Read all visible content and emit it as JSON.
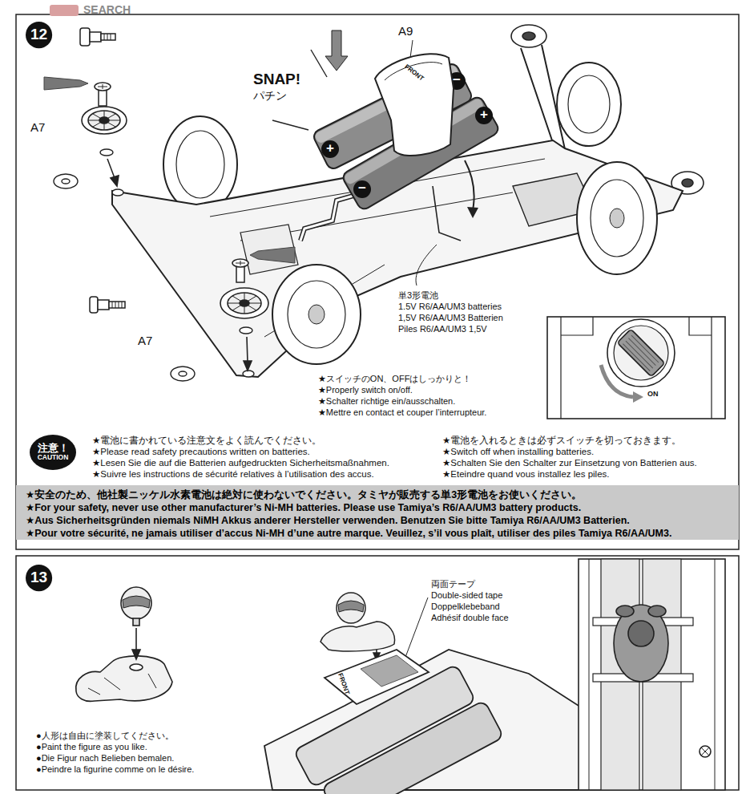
{
  "diagram": {
    "nodes": [
      {
        "text": [
          "12"
        ]
      },
      {
        "text": [
          "注意！",
          "CAUTION"
        ]
      },
      {
        "text": [
          "★安全のため、他社製ニッケル水素電池は絶対に使わないでください。タミヤが販売する単3形電池をお使いください。",
          "★For your safety, never use other manufacturer’s Ni-MH batteries. Please use Tamiya’s R6/AA/UM3 battery products.",
          "★Aus Sicherheitsgründen niemals NiMH Akkus anderer Hersteller verwenden. Benutzen Sie bitte Tamiya R6/AA/UM3 Batterien.",
          "★Pour votre sécurité, ne jamais utiliser d’accus Ni-MH d’une autre marque. Veuillez, s’il vous plaît, utiliser des piles Tamiya R6/AA/UM3."
        ]
      },
      {
        "text": [
          "13"
        ]
      }
    ],
    "labels": [
      "SEARCH",
      "A9",
      "SNAP!",
      "パチン",
      "A7",
      "A7",
      "−",
      "+",
      "+",
      "−",
      "FRONT",
      "単3形電池",
      "1.5V R6/AA/UM3 batteries",
      "1,5V R6/AA/UM3 Batterien",
      "Piles R6/AA/UM3 1,5V",
      "ON",
      "★スイッチのON、OFFはしっかりと！",
      "★Properly switch on/off.",
      "★Schalter richtige ein/ausschalten.",
      "★Mettre en contact et couper l’interrupteur.",
      "★電池に書かれている注意文をよく読んでください。",
      "★Please read safety precautions written on batteries.",
      "★Lesen Sie die auf die Batterien aufgedruckten Sicherheitsmaßnahmen.",
      "★Suivre les instructions de sécurité relatives à l’utilisation des accus.",
      "★電池を入れるときは必ずスイッチを切っておきます。",
      "★Switch off when installing batteries.",
      "★Schalten Sie den Schalter zur Einsetzung von Batterien aus.",
      "★Eteindre quand vous installez les piles.",
      "両面テープ",
      "Double-sided tape",
      "Doppelklebeband",
      "Adhésif double face",
      "FRONT",
      "●人形は自由に塗装してください。",
      "●Paint the figure as you like.",
      "●Die Figur nach Belieben bemalen.",
      "●Peindre la figurine comme on le désire."
    ]
  }
}
